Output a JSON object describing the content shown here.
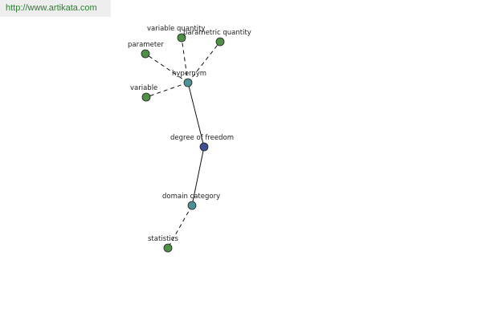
{
  "header": {
    "site_url": "http://www.artikata.com"
  },
  "colors": {
    "background": "#ffffff",
    "url_bar_bg": "#eeeeee",
    "url_text": "#2e7d32",
    "edge": "#111111",
    "node_stroke": "#222222",
    "leaf_node": "#4f8f47",
    "intermediate_node": "#4f8f96",
    "center_node": "#3f4f8f"
  },
  "graph": {
    "center": "degree of freedom",
    "nodes": [
      {
        "id": "variable_quantity",
        "label": "variable quantity",
        "kind": "leaf"
      },
      {
        "id": "parametric_quantity",
        "label": "parametric quantity",
        "kind": "leaf"
      },
      {
        "id": "parameter",
        "label": "parameter",
        "kind": "leaf"
      },
      {
        "id": "hypernym",
        "label": "hypernym",
        "kind": "intermediate"
      },
      {
        "id": "variable",
        "label": "variable",
        "kind": "leaf"
      },
      {
        "id": "degree_of_freedom",
        "label": "degree of freedom",
        "kind": "center"
      },
      {
        "id": "domain_category",
        "label": "domain category",
        "kind": "intermediate"
      },
      {
        "id": "statistics",
        "label": "statistics",
        "kind": "leaf"
      }
    ],
    "edges": [
      {
        "from": "hypernym",
        "to": "variable_quantity",
        "style": "dashed"
      },
      {
        "from": "hypernym",
        "to": "parametric_quantity",
        "style": "dashed"
      },
      {
        "from": "hypernym",
        "to": "parameter",
        "style": "dashed"
      },
      {
        "from": "hypernym",
        "to": "variable",
        "style": "dashed"
      },
      {
        "from": "degree_of_freedom",
        "to": "hypernym",
        "style": "solid"
      },
      {
        "from": "degree_of_freedom",
        "to": "domain_category",
        "style": "solid"
      },
      {
        "from": "domain_category",
        "to": "statistics",
        "style": "dashed"
      }
    ]
  }
}
